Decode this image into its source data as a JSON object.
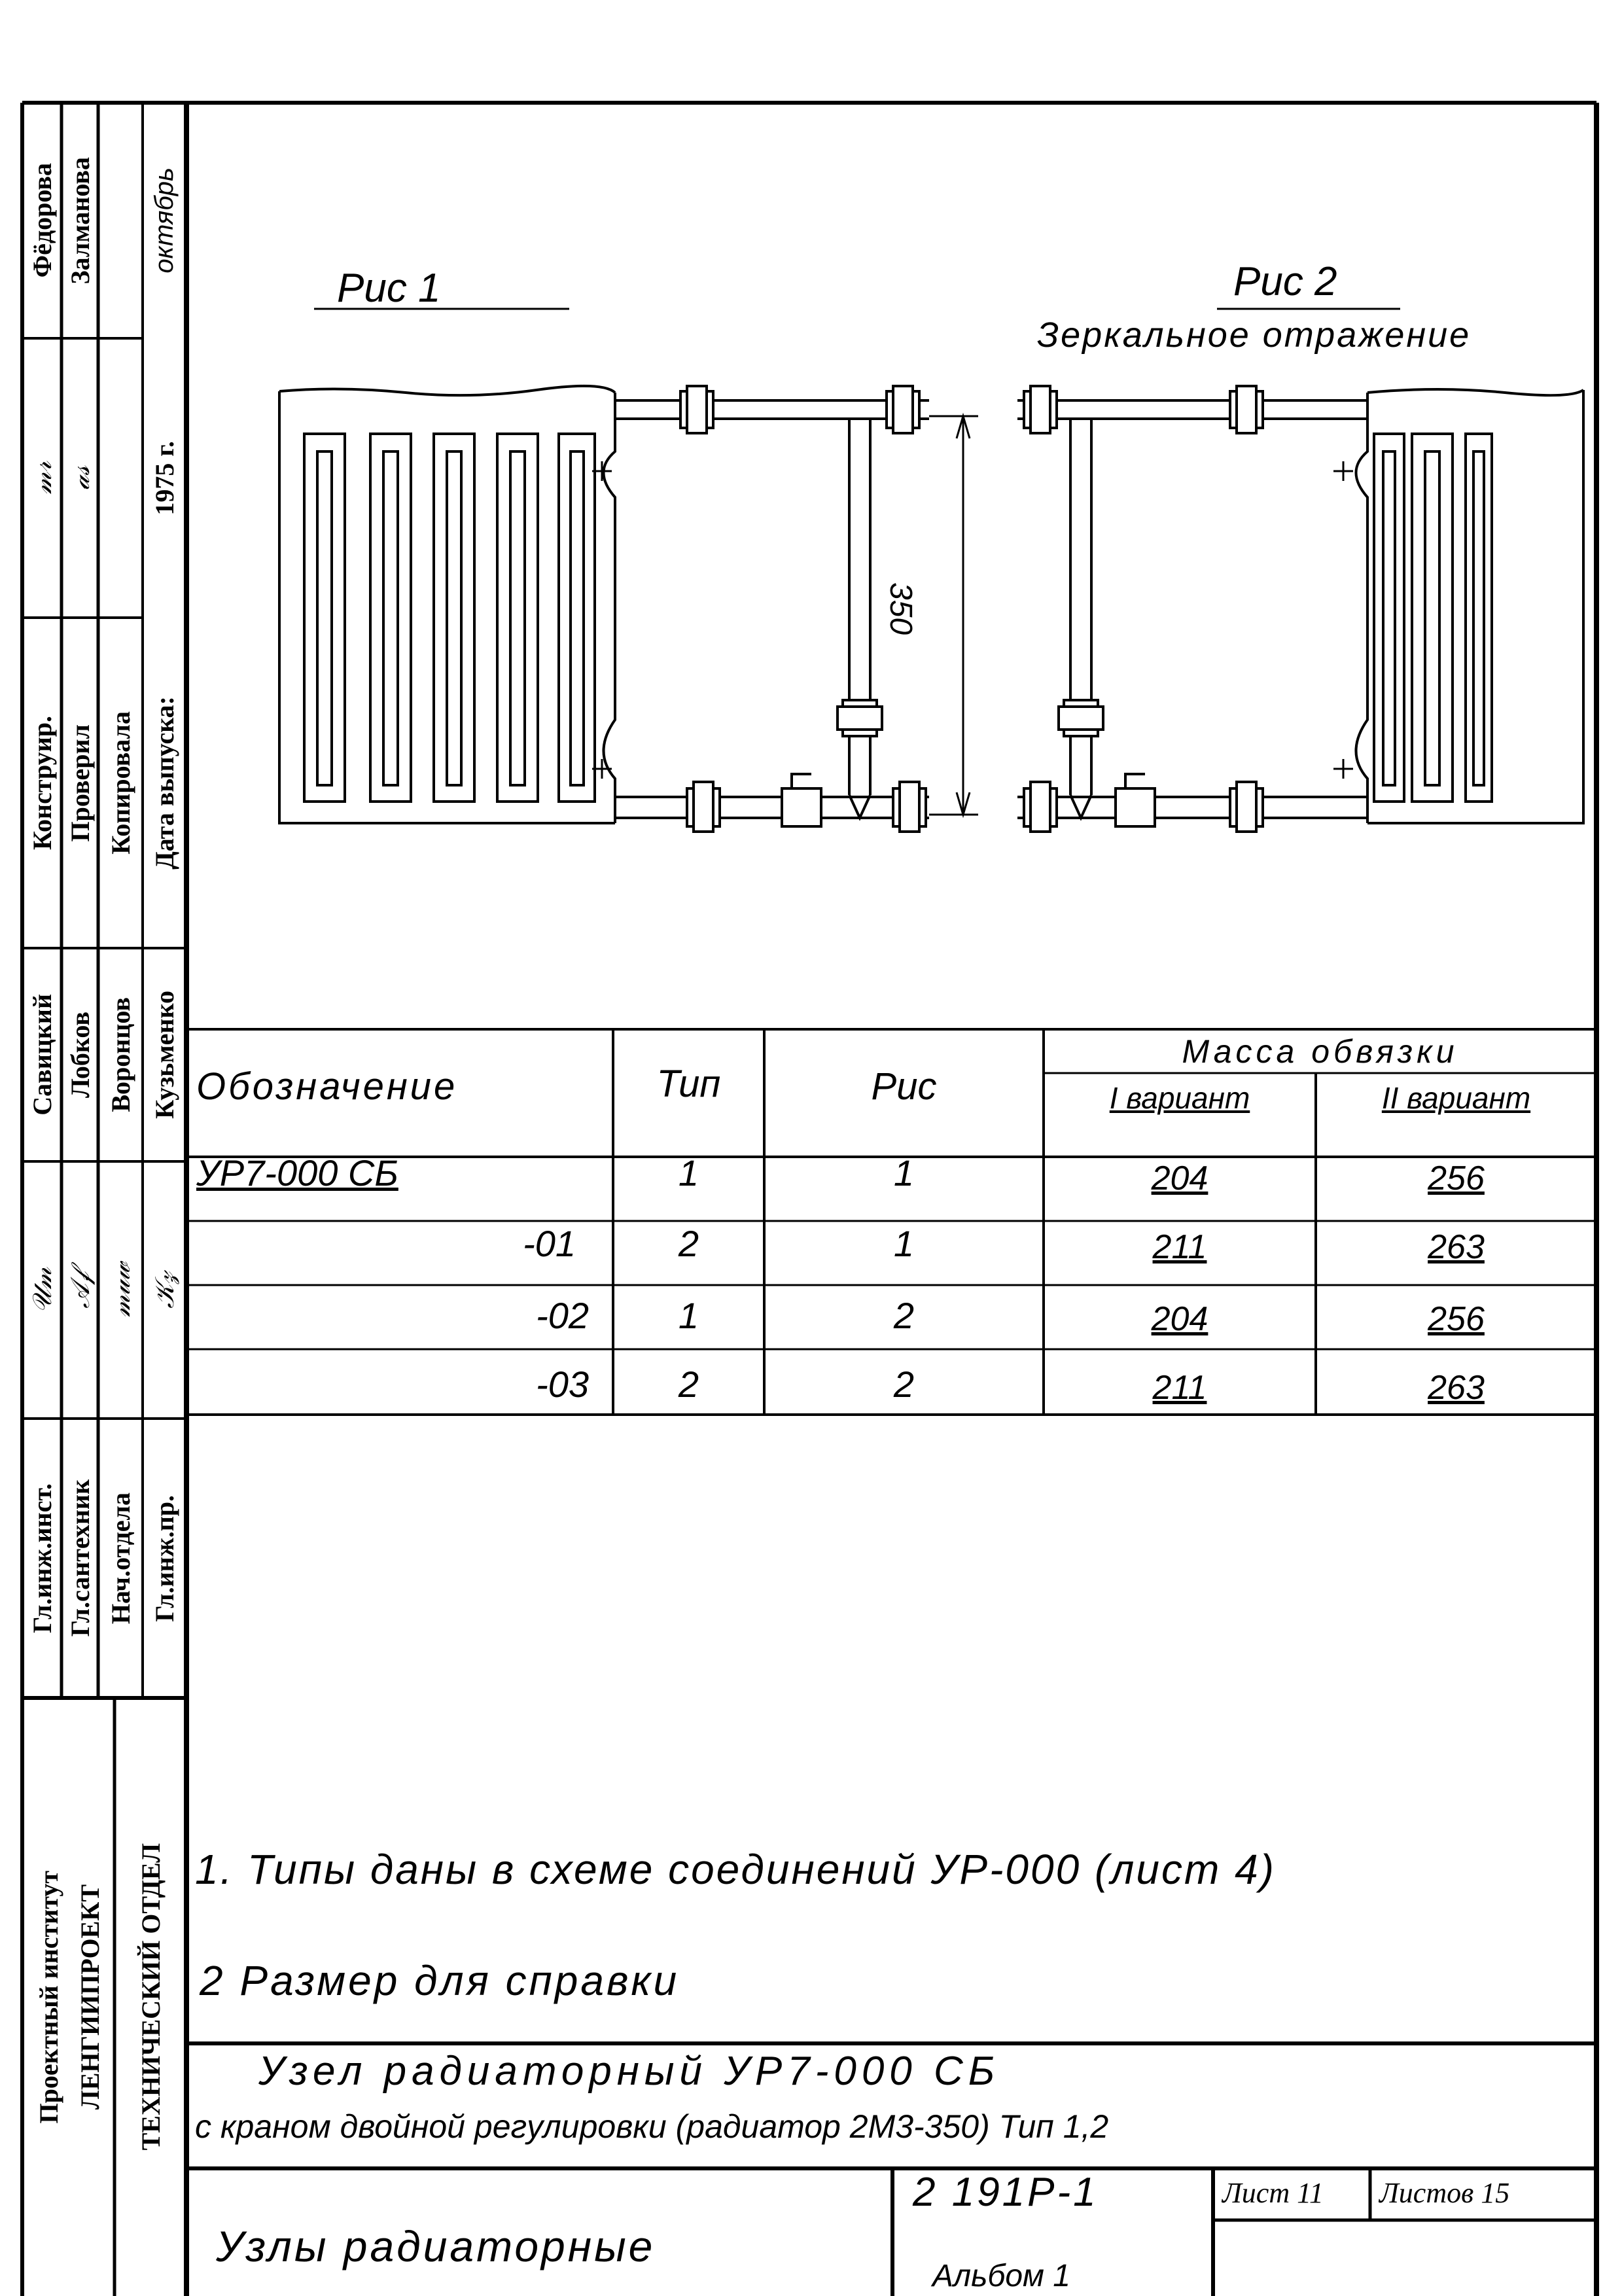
{
  "stamp_strip": {
    "block1": {
      "names": [
        "Фёдорова",
        "Залманова"
      ],
      "signatures": [
        "signature",
        "signature"
      ],
      "labels": [
        "Конструир.",
        "Проверил",
        "Копировала"
      ],
      "release_label": "Дата выпуска:",
      "release_year": "1975 г.",
      "release_month": "октябрь"
    },
    "block2": {
      "names": [
        "Савицкий",
        "Лобков",
        "Воронцов",
        "Кузьменко"
      ],
      "titles": [
        "Гл.инж.инст.",
        "Гл.сантехник",
        "Нач.отдела",
        "Гл.инж.пр."
      ]
    },
    "institute": "Проектный институт",
    "institute_name": "ЛЕНГИИПРОЕКТ",
    "department": "ТЕХНИЧЕСКИЙ ОТДЕЛ"
  },
  "drawing": {
    "fig1_label": "Рис 1",
    "fig2_label": "Рис 2",
    "fig2_caption": "Зеркальное отражение",
    "dimension": "350"
  },
  "table": {
    "headers": {
      "designation": "Обозначение",
      "type": "Тип",
      "figure": "Рис",
      "mass": "Масса обвязки",
      "variant1": "I вариант",
      "variant2": "II вариант"
    },
    "rows": [
      {
        "designation": "УР7-000 СБ",
        "type": "1",
        "figure": "1",
        "v1": "204",
        "v2": "256"
      },
      {
        "designation": "-01",
        "type": "2",
        "figure": "1",
        "v1": "211",
        "v2": "263"
      },
      {
        "designation": "-02",
        "type": "1",
        "figure": "2",
        "v1": "204",
        "v2": "256"
      },
      {
        "designation": "-03",
        "type": "2",
        "figure": "2",
        "v1": "211",
        "v2": "263"
      }
    ]
  },
  "notes": [
    "1. Типы даны в схеме соединений УР-000 (лист 4)",
    "2 Размер для справки"
  ],
  "title_block": {
    "title_line1": "Узел радиаторный УР7-000 СБ",
    "title_line2": "с краном двойной регулировки (радиатор 2М3-350) Тип 1,2",
    "series_title": "Узлы радиаторные",
    "doc_number": "2 191Р-1",
    "album": "Альбом 1",
    "sheet": "Лист 11",
    "sheets_total": "Листов 15"
  }
}
